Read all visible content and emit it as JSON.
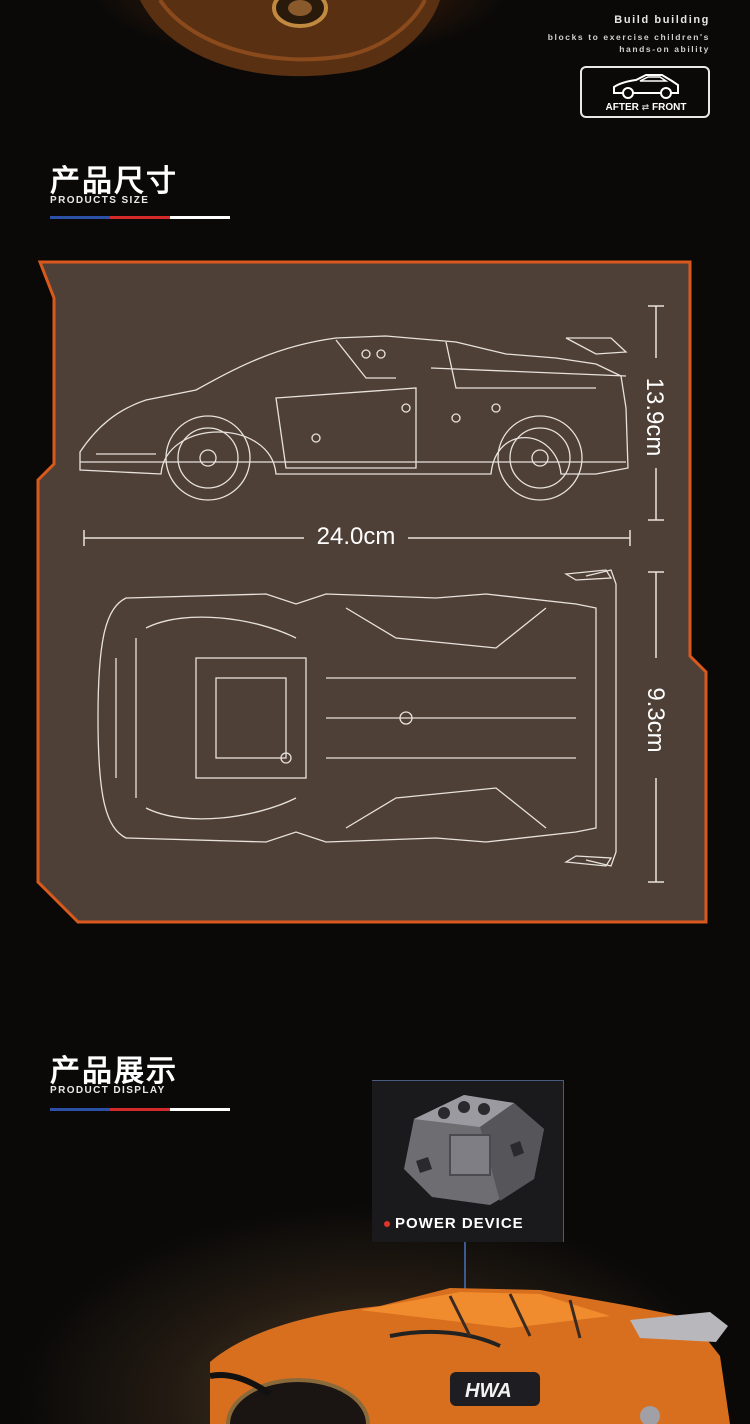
{
  "header": {
    "tagline": [
      "Build building",
      "blocks to exercise children's",
      "hands-on ability"
    ],
    "badge": {
      "after": "AFTER",
      "front": "FRONT",
      "arrow": "⇄"
    }
  },
  "size_section": {
    "title": "产品尺寸",
    "subtitle": "PRODUCTS SIZE",
    "height_label": "13.9cm",
    "length_label": "24.0cm",
    "width_label": "9.3cm"
  },
  "display_section": {
    "title": "产品展示",
    "subtitle": "PRODUCT DISPLAY",
    "power_label": "POWER DEVICE",
    "car_plate": "HWA"
  },
  "colors": {
    "accent_orange": "#d9591c",
    "panel_fill": "#4e4037",
    "line_blue": "#2c4fa8",
    "line_red": "#d42a2a",
    "line_white": "#ffffff"
  }
}
